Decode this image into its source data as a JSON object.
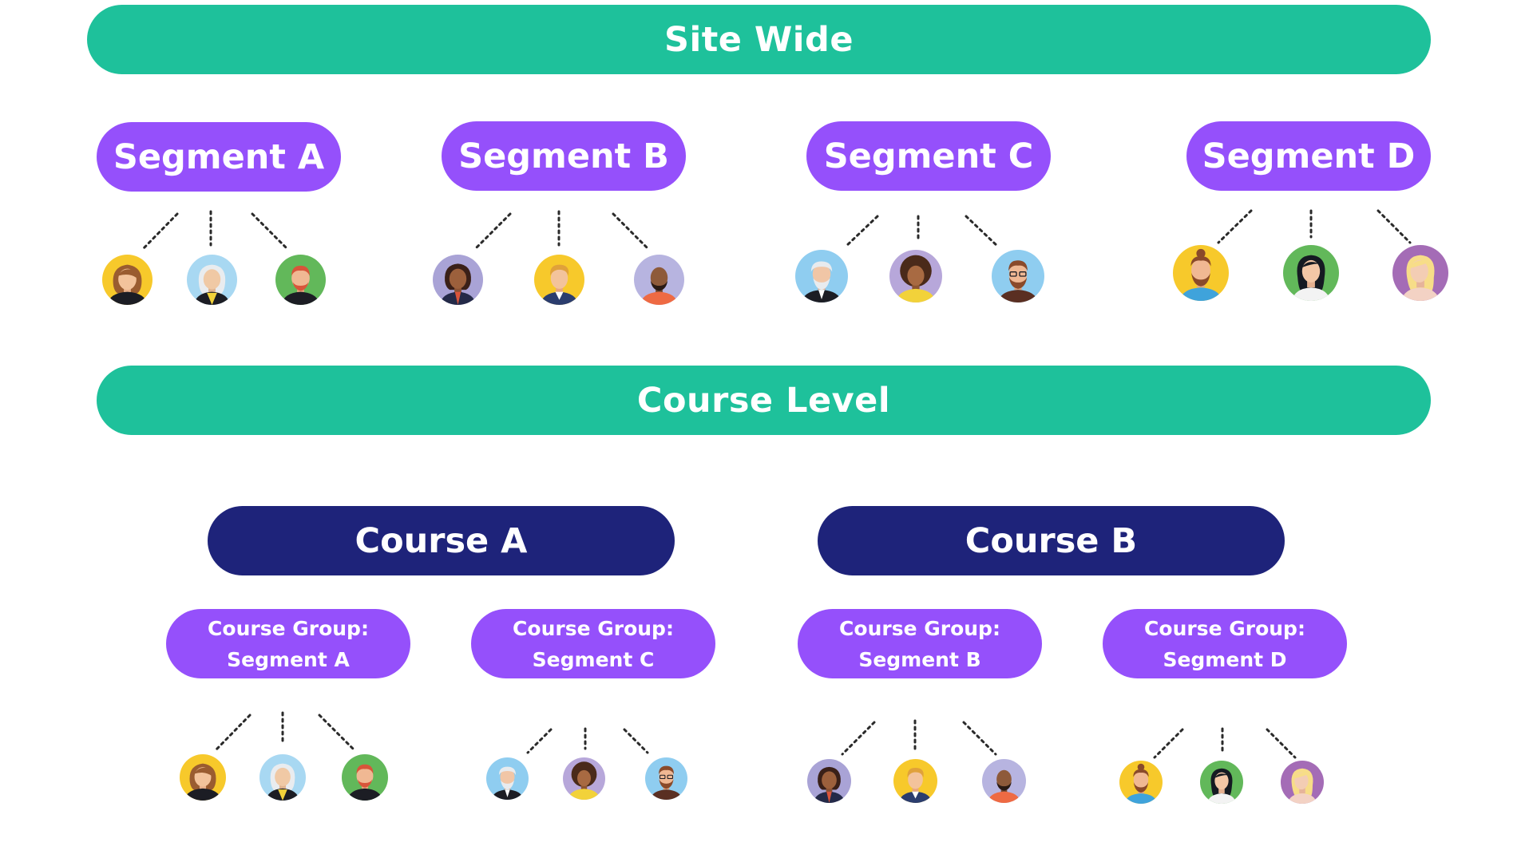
{
  "colors": {
    "site_bar": "#1ec19b",
    "course_level_bar": "#1ec19b",
    "segment": "#9550fb",
    "course": "#1e237a",
    "group": "#9550fb",
    "connector": "#2a2a2a",
    "text": "#ffffff"
  },
  "site_wide": {
    "label": "Site Wide"
  },
  "segments": [
    {
      "label": "Segment A",
      "members": [
        "woman-curly-hair-avatar",
        "elderly-woman-avatar",
        "red-hair-man-avatar"
      ]
    },
    {
      "label": "Segment B",
      "members": [
        "dark-skin-woman-avatar",
        "blond-man-avatar",
        "bald-beard-man-avatar"
      ]
    },
    {
      "label": "Segment C",
      "members": [
        "old-man-beard-avatar",
        "curly-woman-avatar",
        "glasses-beard-man-avatar"
      ]
    },
    {
      "label": "Segment D",
      "members": [
        "bun-beard-man-avatar",
        "black-hair-woman-avatar",
        "blonde-woman-avatar"
      ]
    }
  ],
  "course_level": {
    "label": "Course Level"
  },
  "courses": [
    {
      "label": "Course A"
    },
    {
      "label": "Course B"
    }
  ],
  "course_groups": [
    {
      "line1": "Course Group:",
      "line2": "Segment A",
      "members": [
        "woman-curly-hair-avatar",
        "elderly-woman-avatar",
        "red-hair-man-avatar"
      ]
    },
    {
      "line1": "Course Group:",
      "line2": "Segment C",
      "members": [
        "old-man-beard-avatar",
        "curly-woman-avatar",
        "glasses-beard-man-avatar"
      ]
    },
    {
      "line1": "Course Group:",
      "line2": "Segment B",
      "members": [
        "dark-skin-woman-avatar",
        "blond-man-avatar",
        "bald-beard-man-avatar"
      ]
    },
    {
      "line1": "Course Group:",
      "line2": "Segment D",
      "members": [
        "bun-beard-man-avatar",
        "black-hair-woman-avatar",
        "blonde-woman-avatar"
      ]
    }
  ]
}
